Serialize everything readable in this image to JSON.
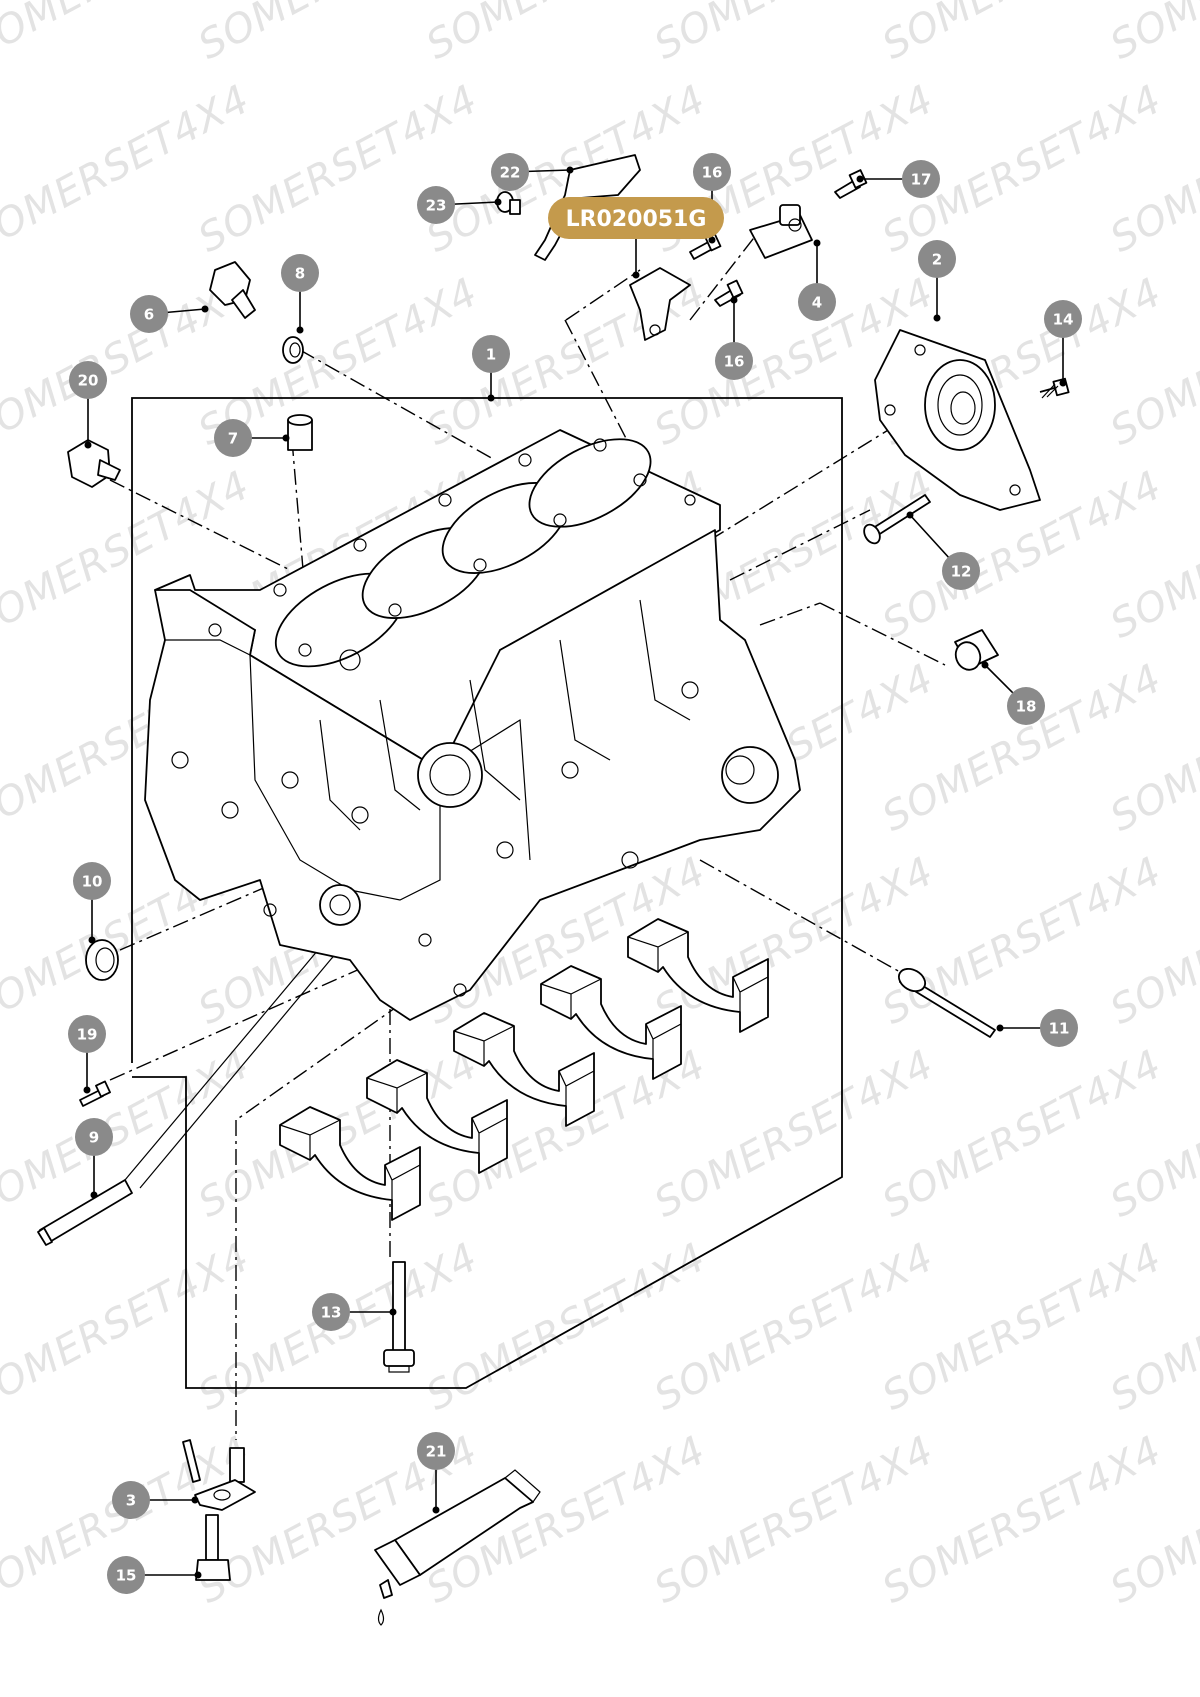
{
  "watermark": {
    "text": "SOMERSET4X4",
    "color": "#e3e3e3"
  },
  "highlight": {
    "part_number": "LR020051G",
    "color": "#c49a4c"
  },
  "callouts": [
    {
      "id": "c1",
      "label": "1"
    },
    {
      "id": "c2",
      "label": "2"
    },
    {
      "id": "c3",
      "label": "3"
    },
    {
      "id": "c4",
      "label": "4"
    },
    {
      "id": "c6",
      "label": "6"
    },
    {
      "id": "c7",
      "label": "7"
    },
    {
      "id": "c8",
      "label": "8"
    },
    {
      "id": "c9",
      "label": "9"
    },
    {
      "id": "c10",
      "label": "10"
    },
    {
      "id": "c11",
      "label": "11"
    },
    {
      "id": "c12",
      "label": "12"
    },
    {
      "id": "c13",
      "label": "13"
    },
    {
      "id": "c14",
      "label": "14"
    },
    {
      "id": "c15",
      "label": "15"
    },
    {
      "id": "c16a",
      "label": "16"
    },
    {
      "id": "c16b",
      "label": "16"
    },
    {
      "id": "c17",
      "label": "17"
    },
    {
      "id": "c18",
      "label": "18"
    },
    {
      "id": "c19",
      "label": "19"
    },
    {
      "id": "c20",
      "label": "20"
    },
    {
      "id": "c21",
      "label": "21"
    },
    {
      "id": "c22",
      "label": "22"
    },
    {
      "id": "c23",
      "label": "23"
    }
  ],
  "callout_color": "#8a8a8a"
}
